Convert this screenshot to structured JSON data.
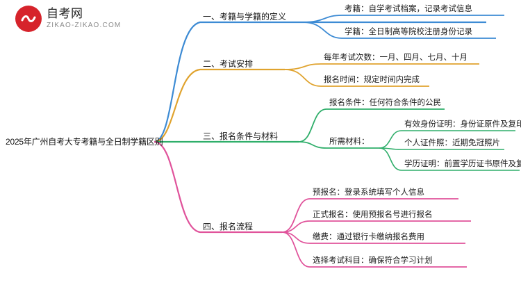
{
  "logo": {
    "title": "自考网",
    "subtitle": "ZIKAO-ZIKAO.COM",
    "icon": "red-circle-wave-logo-icon"
  },
  "mindmap": {
    "root": "2025年广州自考大专考籍与全日制学籍区别",
    "branches": [
      {
        "label": "一、考籍与学籍的定义",
        "color": "#3d8bd4",
        "leaves": [
          "考籍：自学考试档案，记录考试信息",
          "学籍：全日制高等院校注册身份记录"
        ]
      },
      {
        "label": "二、考试安排",
        "color": "#e0a32e",
        "leaves": [
          "每年考试次数：一月、四月、七月、十月",
          "报名时间：规定时间内完成"
        ]
      },
      {
        "label": "三、报名条件与材料",
        "color": "#2fae6a",
        "leaves": [
          "报名条件：任何符合条件的公民",
          "所需材料：",
          "有效身份证明：身份证原件及复印件",
          "个人证件照：近期免冠照片",
          "学历证明：前置学历证书原件及复印件"
        ]
      },
      {
        "label": "四、报名流程",
        "color": "#e0539b",
        "leaves": [
          "预报名：登录系统填写个人信息",
          "正式报名：使用预报名号进行报名",
          "缴费：通过银行卡缴纳报名费用",
          "选择考试科目：确保符合学习计划"
        ]
      }
    ]
  }
}
